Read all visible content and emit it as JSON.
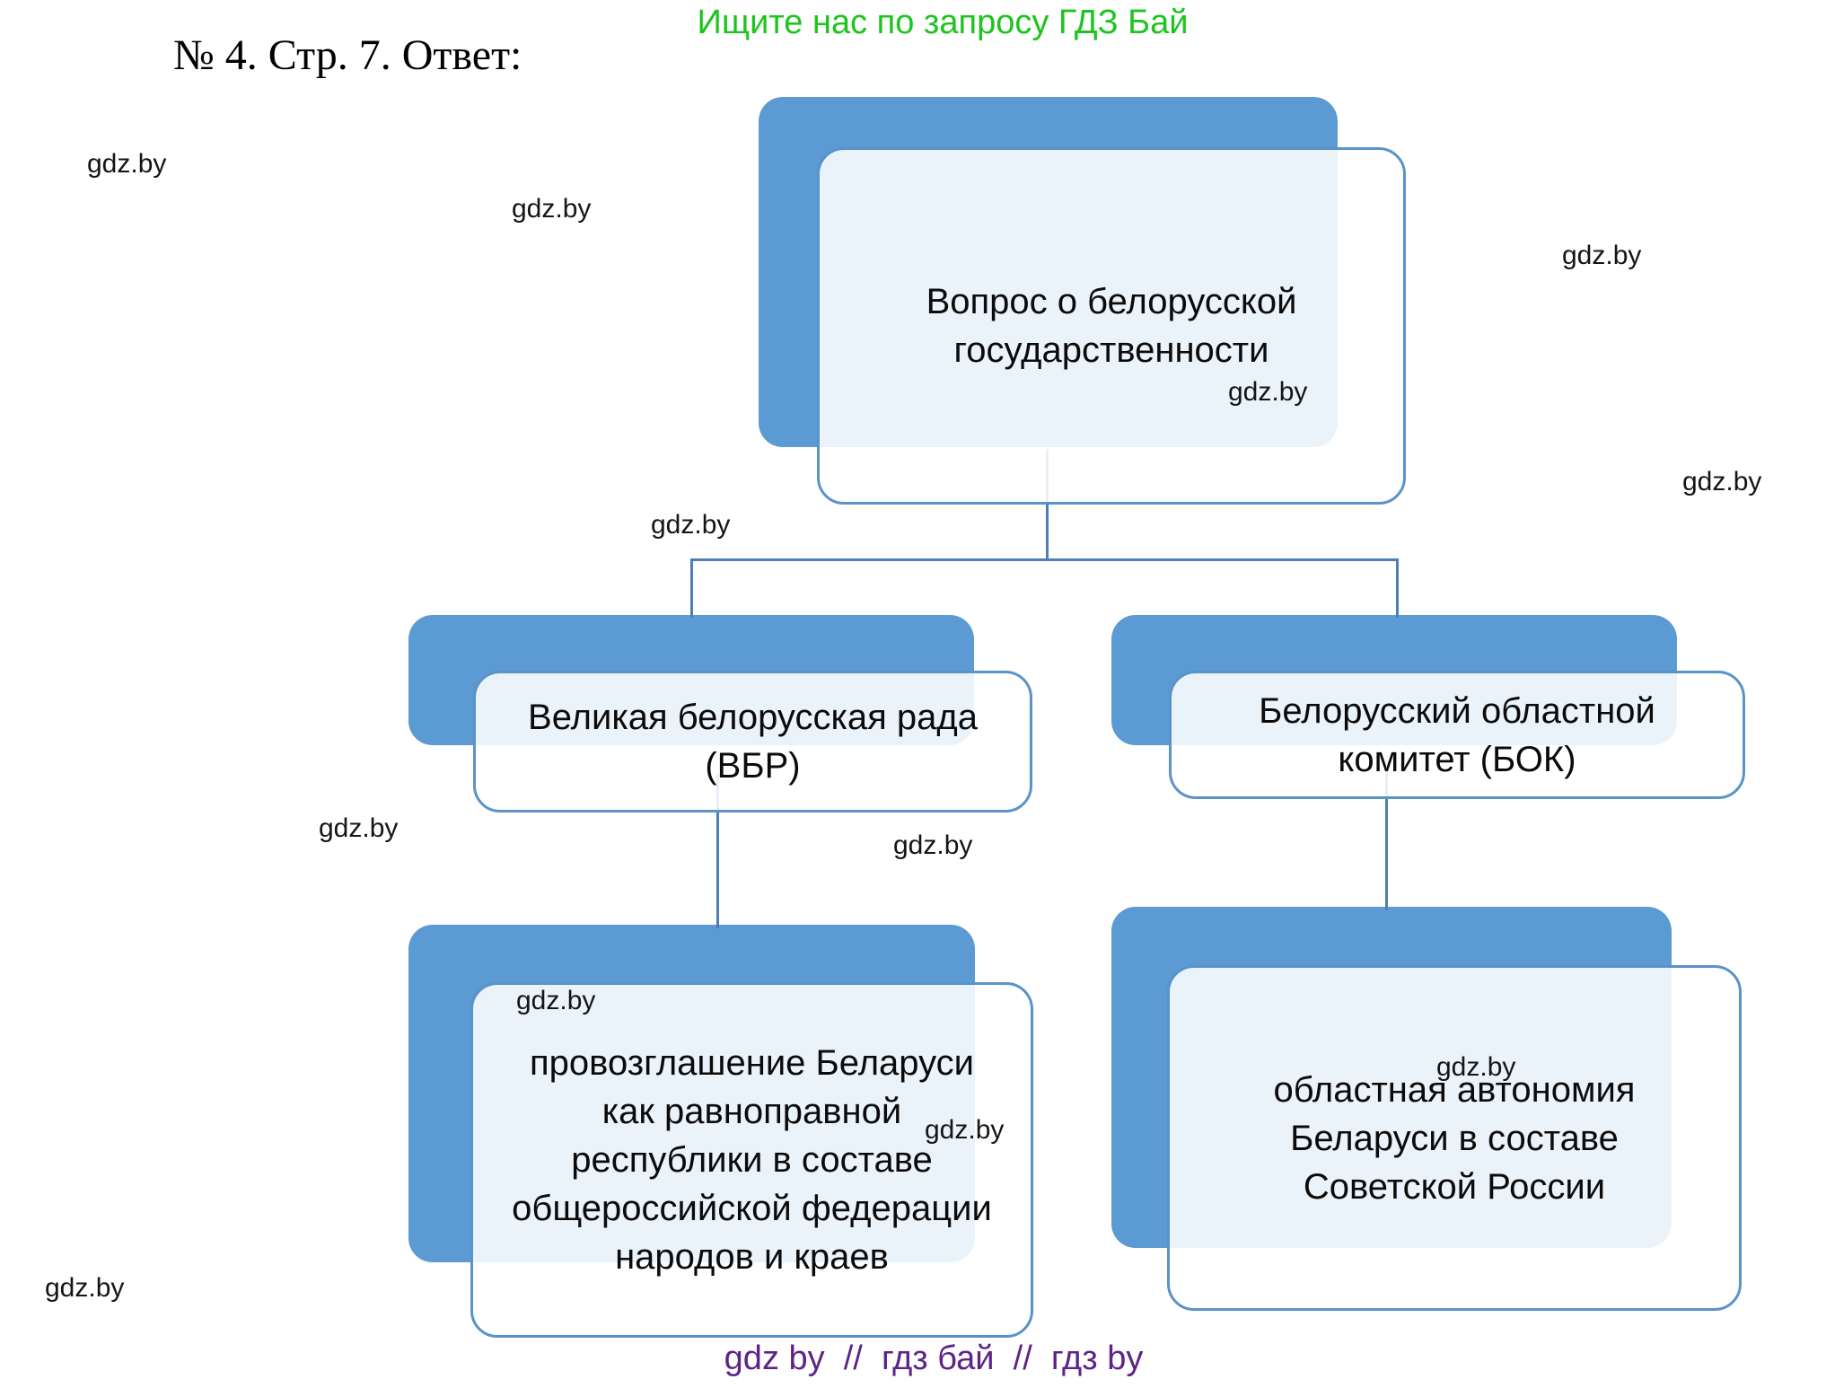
{
  "page": {
    "promo": "Ищите нас по запросу ГДЗ Бай",
    "title": "№ 4. Стр. 7. Ответ:",
    "watermark": "gdz.by",
    "footer": "gdz by  //  гдз бай  //  гдз by"
  },
  "colors": {
    "node_back_blue": "#5b9ad3",
    "node_border_blue": "#5a93c8",
    "node_front_fill": "#ebf1f9",
    "connector_blue": "#4d7fb4",
    "promo_green": "#1ec41e",
    "footer_purple": "#5c2487",
    "text_black": "#0b0b0b"
  },
  "diagram": {
    "type": "hierarchy",
    "nodes": [
      {
        "id": "root",
        "label": "Вопрос о белорусской\nгосударственности",
        "children": [
          "vbr",
          "bok"
        ]
      },
      {
        "id": "vbr",
        "label": "Великая белорусская рада\n(ВБР)",
        "children": [
          "vbr-outcome"
        ]
      },
      {
        "id": "bok",
        "label": "Белорусский областной\nкомитет (БОК)",
        "children": [
          "bok-outcome"
        ]
      },
      {
        "id": "vbr-outcome",
        "label": "провозглашение Беларуси\nкак равноправной\nреспублики в составе\nобщероссийской федерации\nнародов и краев",
        "children": []
      },
      {
        "id": "bok-outcome",
        "label": "областная автономия\nБеларуси в составе\nСоветской России",
        "children": []
      }
    ]
  }
}
